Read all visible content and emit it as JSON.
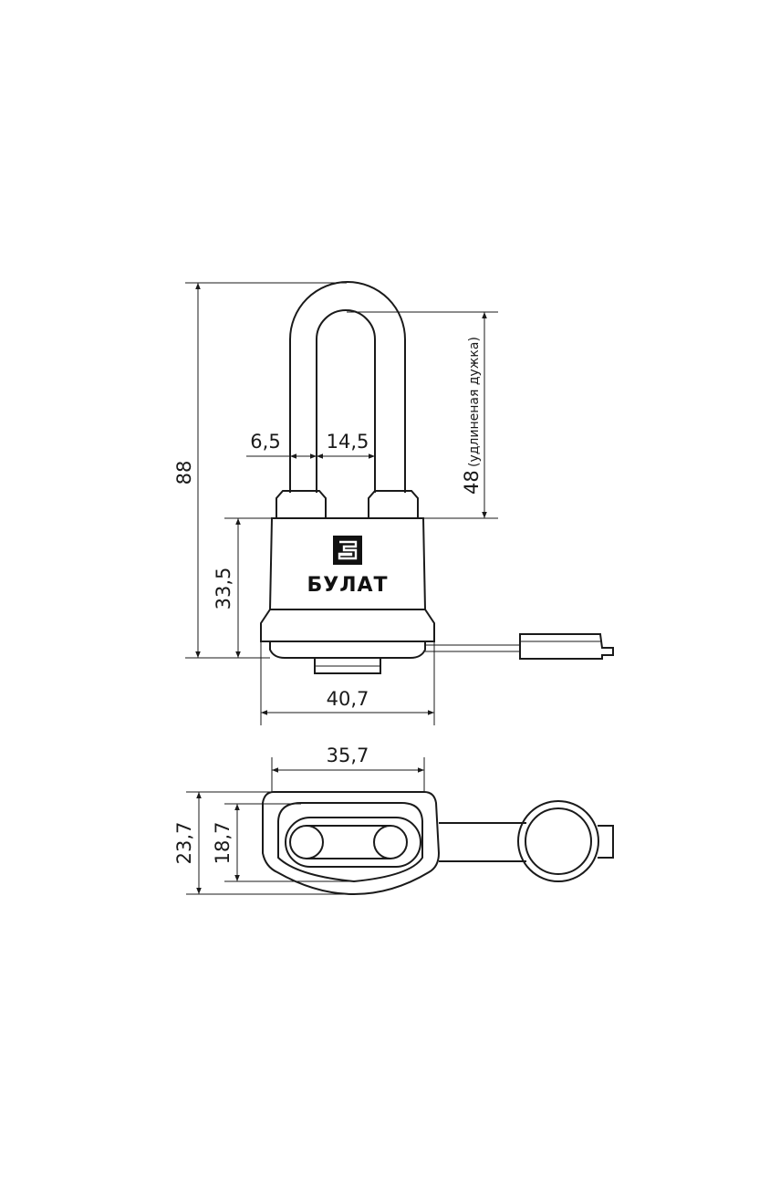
{
  "brand": {
    "name": "БУЛАТ"
  },
  "dimensions": {
    "total_height": "88",
    "shackle_thickness": "6,5",
    "shackle_gap": "14,5",
    "shackle_length": "48",
    "shackle_note": "(удлиненая дужка)",
    "body_height": "33,5",
    "body_width": "40,7",
    "top_width": "35,7",
    "top_depth_outer": "23,7",
    "top_depth_inner": "18,7"
  }
}
